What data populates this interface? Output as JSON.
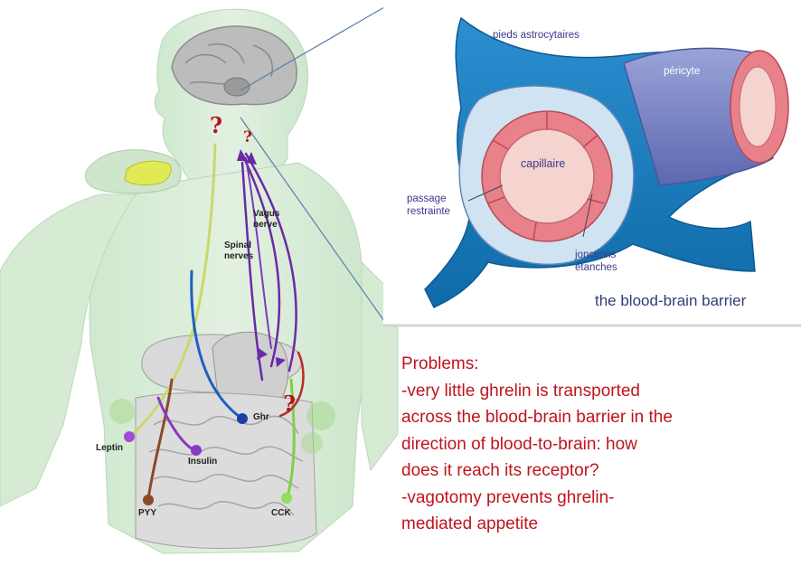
{
  "body_diagram": {
    "question_mark": "?",
    "labels": {
      "vagus_nerve": [
        "Vagus",
        "nerve"
      ],
      "spinal_nerves": [
        "Spinal",
        "nerves"
      ],
      "ghr": "Ghr",
      "leptin": "Leptin",
      "insulin": "Insulin",
      "pyy": "PYY",
      "cck": "CCK"
    }
  },
  "bbb_inset": {
    "labels": {
      "pieds_astrocytaires": "pieds astrocytaires",
      "pericyte": "péricyte",
      "capillaire": "capillaire",
      "passage_restrainte": [
        "passage",
        "restrainte"
      ],
      "jonctions_etanches": [
        "jonctions",
        "étanches"
      ]
    },
    "caption": "the blood-brain barrier",
    "colors": {
      "astrocyte_dark": "#1a7fbf",
      "astrocyte_light": "#cfe3f2",
      "endothelium": "#e8818a",
      "lumen": "#f5d3cf",
      "pericyte": "#7a86c8"
    }
  },
  "problems": {
    "lines": [
      "Problems:",
      "-very little ghrelin is transported",
      "across the blood-brain barrier in the",
      "direction of blood-to-brain: how",
      "does it reach its receptor?",
      "-vagotomy prevents ghrelin-",
      "mediated appetite"
    ],
    "color": "#c0141c"
  }
}
